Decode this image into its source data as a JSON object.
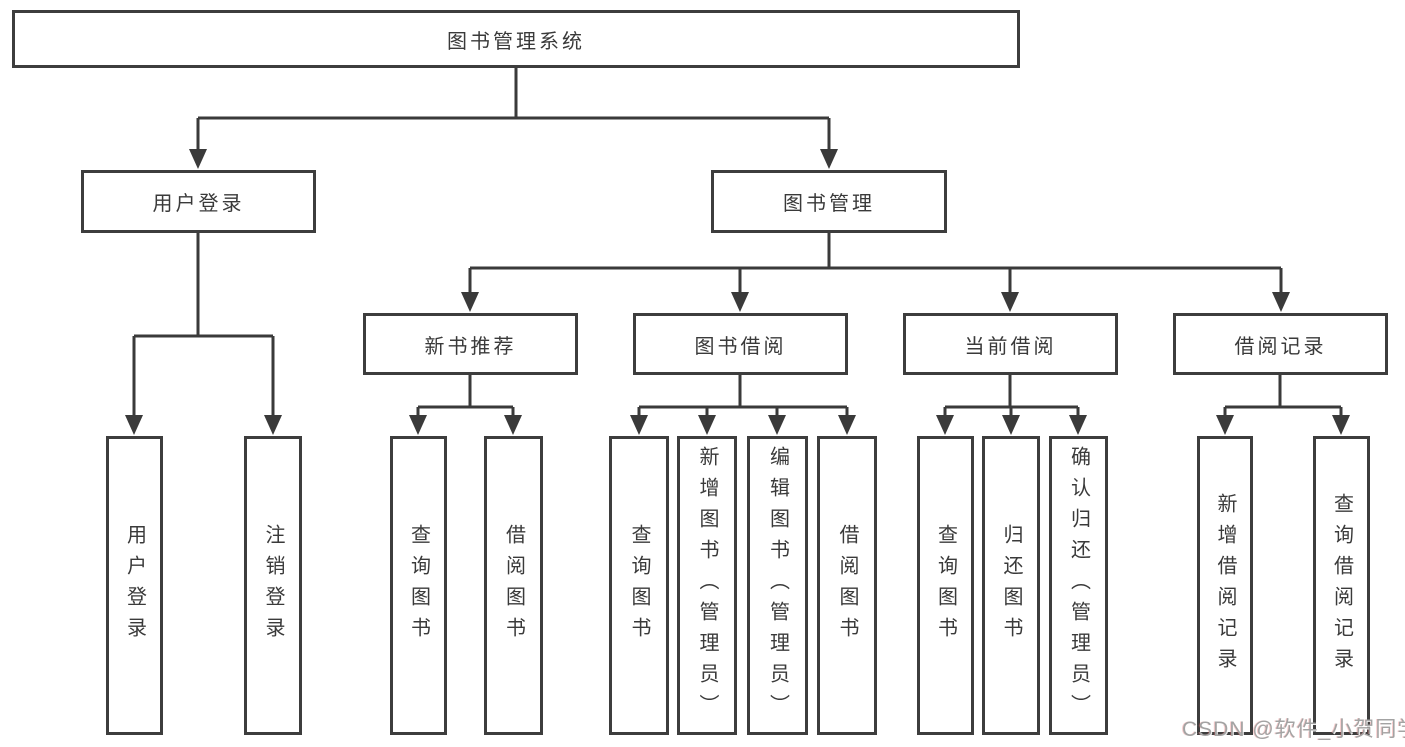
{
  "diagram": {
    "type": "functional-structure-tree",
    "colors": {
      "background": "#ffffff",
      "box_border": "#3d3d3d",
      "line": "#3a3a3a",
      "text": "#3a3a3a",
      "watermark": "#a3a3a3"
    },
    "root": {
      "label": "图书管理系统",
      "children": [
        {
          "label": "用户登录",
          "children": [
            {
              "label": "用户登录"
            },
            {
              "label": "注销登录"
            }
          ]
        },
        {
          "label": "图书管理",
          "children": [
            {
              "label": "新书推荐",
              "children": [
                {
                  "label": "查询图书"
                },
                {
                  "label": "借阅图书"
                }
              ]
            },
            {
              "label": "图书借阅",
              "children": [
                {
                  "label": "查询图书"
                },
                {
                  "label": "新增图书（管理员）"
                },
                {
                  "label": "编辑图书（管理员）"
                },
                {
                  "label": "借阅图书"
                }
              ]
            },
            {
              "label": "当前借阅",
              "children": [
                {
                  "label": "查询图书"
                },
                {
                  "label": "归还图书"
                },
                {
                  "label": "确认归还（管理员）"
                }
              ]
            },
            {
              "label": "借阅记录",
              "children": [
                {
                  "label": "新增借阅记录"
                },
                {
                  "label": "查询借阅记录"
                }
              ]
            }
          ]
        }
      ]
    }
  },
  "watermark": "CSDN @软件_小贺同学"
}
